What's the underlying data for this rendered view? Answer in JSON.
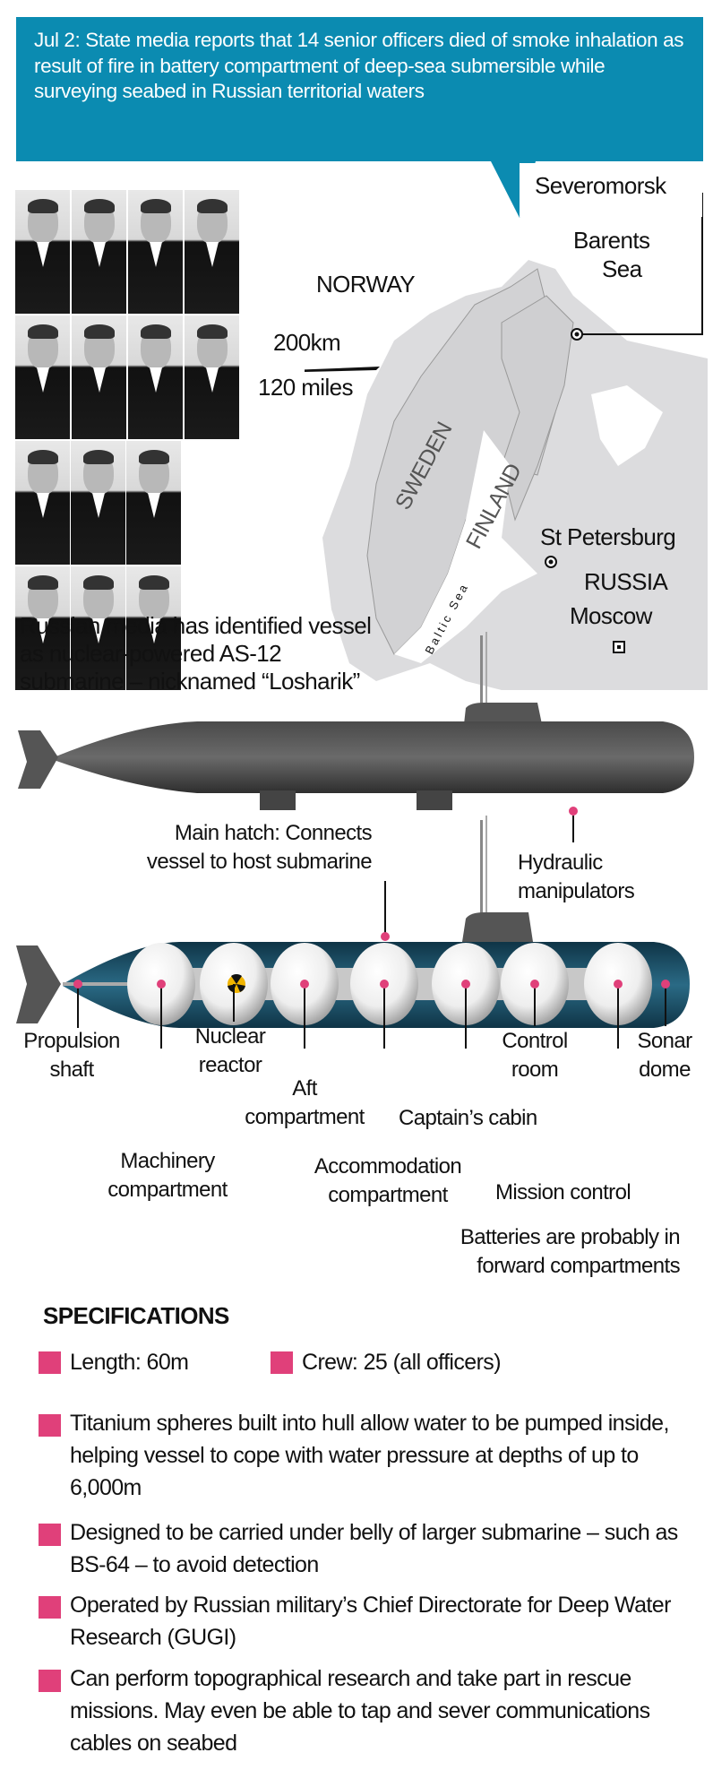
{
  "banner": {
    "text": "Jul 2: State media reports that 14 senior officers died of smoke inhalation as result of fire in battery compartment of deep-sea submersible while surveying seabed in Russian territorial waters"
  },
  "map": {
    "severomorsk": "Severomorsk",
    "barents_1": "Barents",
    "barents_2": "Sea",
    "norway": "NORWAY",
    "sweden": "SWEDEN",
    "finland": "FINLAND",
    "scale_km": "200km",
    "scale_miles": "120 miles",
    "st_petersburg": "St Petersburg",
    "russia": "RUSSIA",
    "moscow": "Moscow",
    "baltic": "Baltic Sea"
  },
  "photos_count": 14,
  "intro": [
    "Russian media has identified vessel",
    "as nuclear-powered AS-12",
    "submarine – nicknamed “Losharik”"
  ],
  "callouts": {
    "hatch": [
      "Main hatch: Connects",
      "vessel to host submarine"
    ],
    "hydraulic": [
      "Hydraulic",
      "manipulators"
    ],
    "propulsion": [
      "Propulsion",
      "shaft"
    ],
    "machinery": [
      "Machinery",
      "compartment"
    ],
    "reactor": [
      "Nuclear",
      "reactor"
    ],
    "aft": [
      "Aft",
      "compartment"
    ],
    "accommodation": [
      "Accommodation",
      "compartment"
    ],
    "captain": "Captain’s cabin",
    "control": [
      "Control",
      "room"
    ],
    "sonar": [
      "Sonar",
      "dome"
    ],
    "mission": "Mission control",
    "batteries": [
      "Batteries are probably in",
      "forward compartments"
    ]
  },
  "specs": {
    "title": "SPECIFICATIONS",
    "length": "Length: 60m",
    "crew": "Crew: 25 (all officers)",
    "items": [
      "Titanium spheres built into hull allow water to be pumped inside, helping vessel to cope with water pressure at depths of up to 6,000m",
      "Designed to be carried under belly of larger submarine – such as BS-64 – to avoid detection",
      "Operated by Russian military’s Chief Directorate for Deep Water Research (GUGI)",
      "Can perform topographical research and take part in rescue missions. May even be able to tap and sever communications cables on seabed"
    ]
  },
  "colors": {
    "banner": "#0b8bb1",
    "accent": "#e0407a",
    "hull": "#1d4f66"
  }
}
